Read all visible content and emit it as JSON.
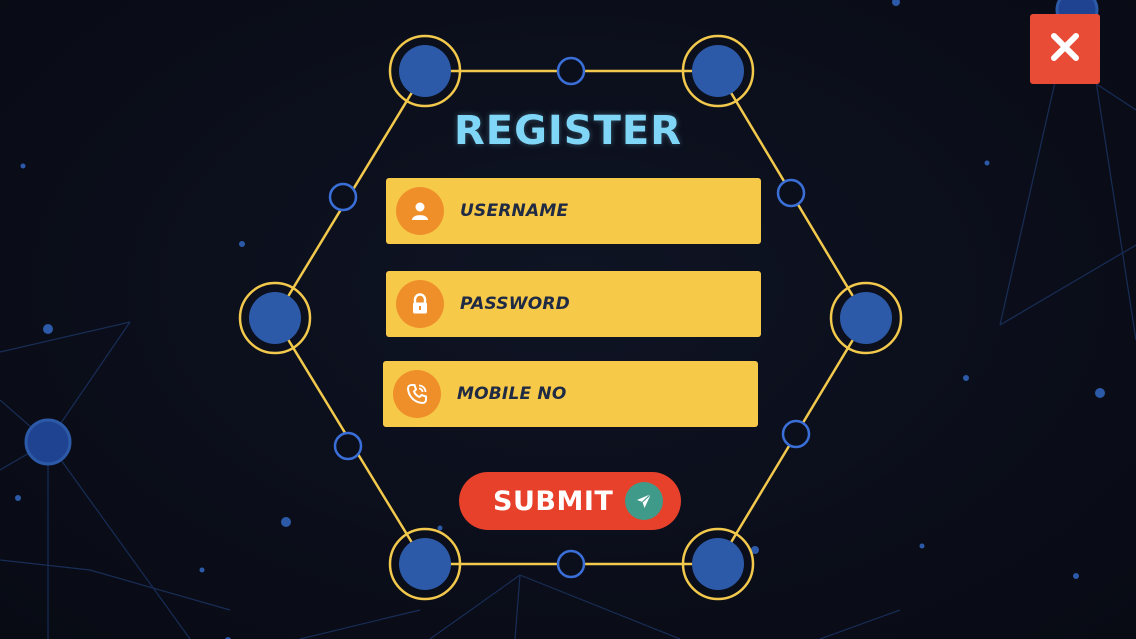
{
  "screen": {
    "title": "REGISTER"
  },
  "form": {
    "fields": [
      {
        "label": "USERNAME",
        "icon": "user-icon"
      },
      {
        "label": "PASSWORD",
        "icon": "lock-icon"
      },
      {
        "label": "MOBILE NO",
        "icon": "phone-icon"
      }
    ],
    "submit_label": "SUBMIT",
    "submit_icon": "send-icon"
  },
  "close_icon": "close-icon",
  "colors": {
    "background": "#0b0f1c",
    "title": "#7fd6f6",
    "field": "#f7c948",
    "field_icon": "#ef8f2a",
    "submit": "#e8412b",
    "submit_icon": "#3f9a8a",
    "close": "#e84c37",
    "frame_line": "#f2c94c",
    "node_fill": "#2c5aa8",
    "small_node": "#3b6fd8"
  }
}
